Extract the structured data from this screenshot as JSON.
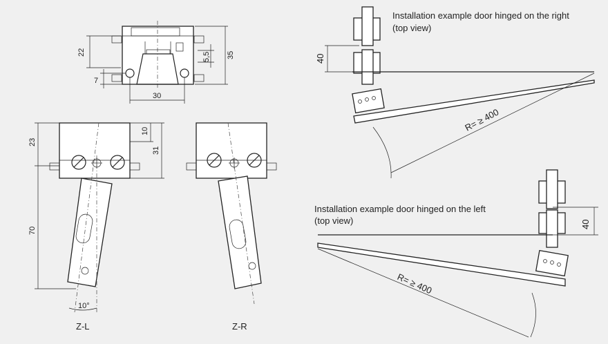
{
  "labels": {
    "install_right": "Installation example door hinged on the right",
    "install_right_sub": "(top view)",
    "install_left": "Installation example door hinged on the left",
    "install_left_sub": "(top view)",
    "zl": "Z-L",
    "zr": "Z-R",
    "radius_right": "R= ≥ 400",
    "radius_left": "R= ≥ 400"
  },
  "dimensions": {
    "top_height_22": "22",
    "top_height_35": "35",
    "top_5_5": "5,5",
    "top_7": "7",
    "top_width_30": "30",
    "zl_23": "23",
    "zl_10": "10",
    "zl_31": "31",
    "zl_70": "70",
    "zl_angle": "10°",
    "right_40": "40",
    "left_40": "40"
  }
}
